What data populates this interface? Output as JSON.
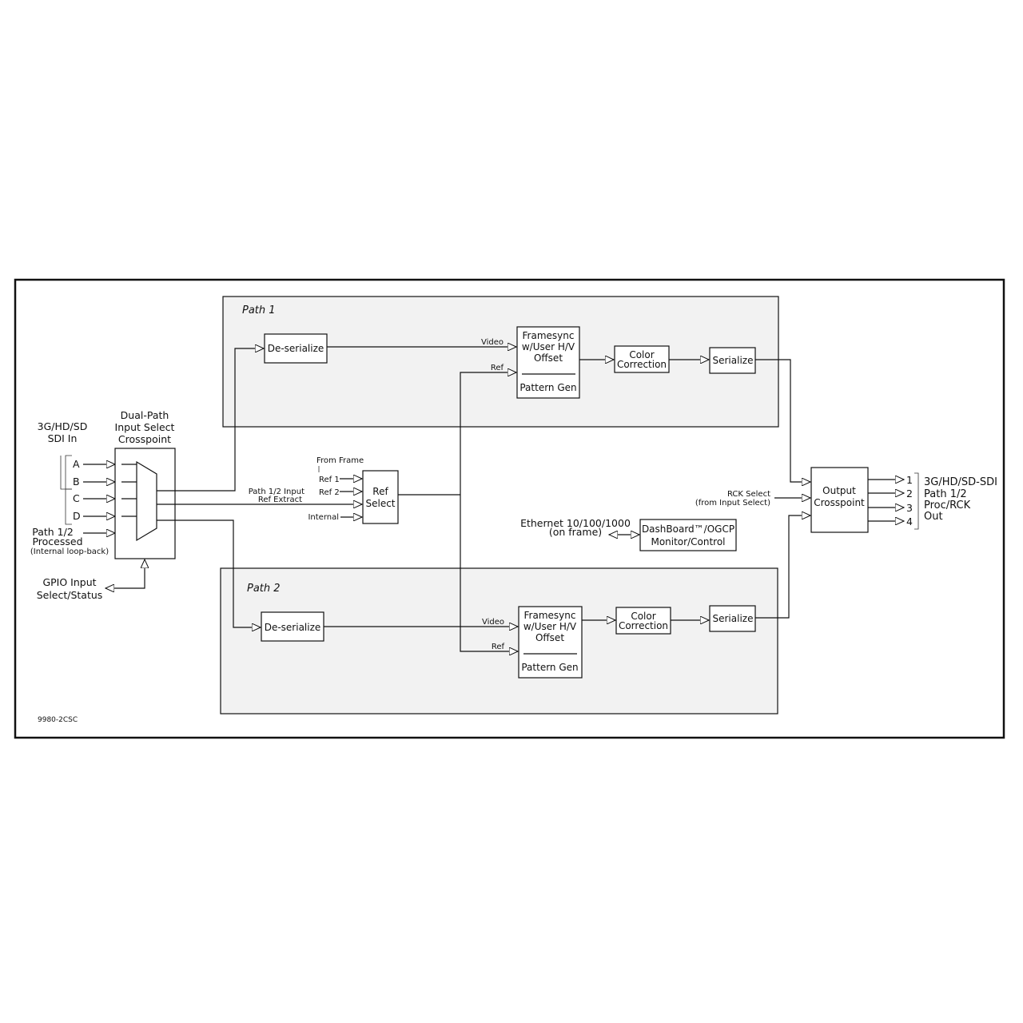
{
  "paths": {
    "path1": "Path 1",
    "path2": "Path 2"
  },
  "input": {
    "title1": "3G/HD/SD",
    "title2": "SDI In",
    "a": "A",
    "b": "B",
    "c": "C",
    "d": "D",
    "proc1": "Path 1/2",
    "proc2": "Processed",
    "proc3": "(Internal loop-back)",
    "gpio1": "GPIO Input",
    "gpio2": "Select/Status"
  },
  "crosspoint": {
    "l1": "Dual-Path",
    "l2": "Input Select",
    "l3": "Crosspoint"
  },
  "deserialize": "De-serialize",
  "framesync": {
    "l1": "Framesync",
    "l2": "w/User H/V",
    "l3": "Offset",
    "l4": "Pattern Gen"
  },
  "color": {
    "l1": "Color",
    "l2": "Correction"
  },
  "serialize": "Serialize",
  "signals": {
    "video": "Video",
    "ref": "Ref"
  },
  "refselect": {
    "l1": "Ref",
    "l2": "Select",
    "from_frame": "From Frame",
    "ref1": "Ref 1",
    "ref2": "Ref 2",
    "extract1": "Path 1/2 Input",
    "extract2": "Ref Extract",
    "internal": "Internal"
  },
  "output": {
    "l1": "Output",
    "l2": "Crosspoint",
    "rck1": "RCK Select",
    "rck2": "(from Input Select)",
    "n1": "1",
    "n2": "2",
    "n3": "3",
    "n4": "4",
    "out1": "3G/HD/SD-SDI",
    "out2": "Path 1/2",
    "out3": "Proc/RCK",
    "out4": "Out"
  },
  "ethernet": {
    "l1": "Ethernet 10/100/1000",
    "l2": "(on frame)"
  },
  "dashboard": {
    "l1": "DashBoard™/OGCP",
    "l2": "Monitor/Control"
  },
  "model": "9980-2CSC"
}
